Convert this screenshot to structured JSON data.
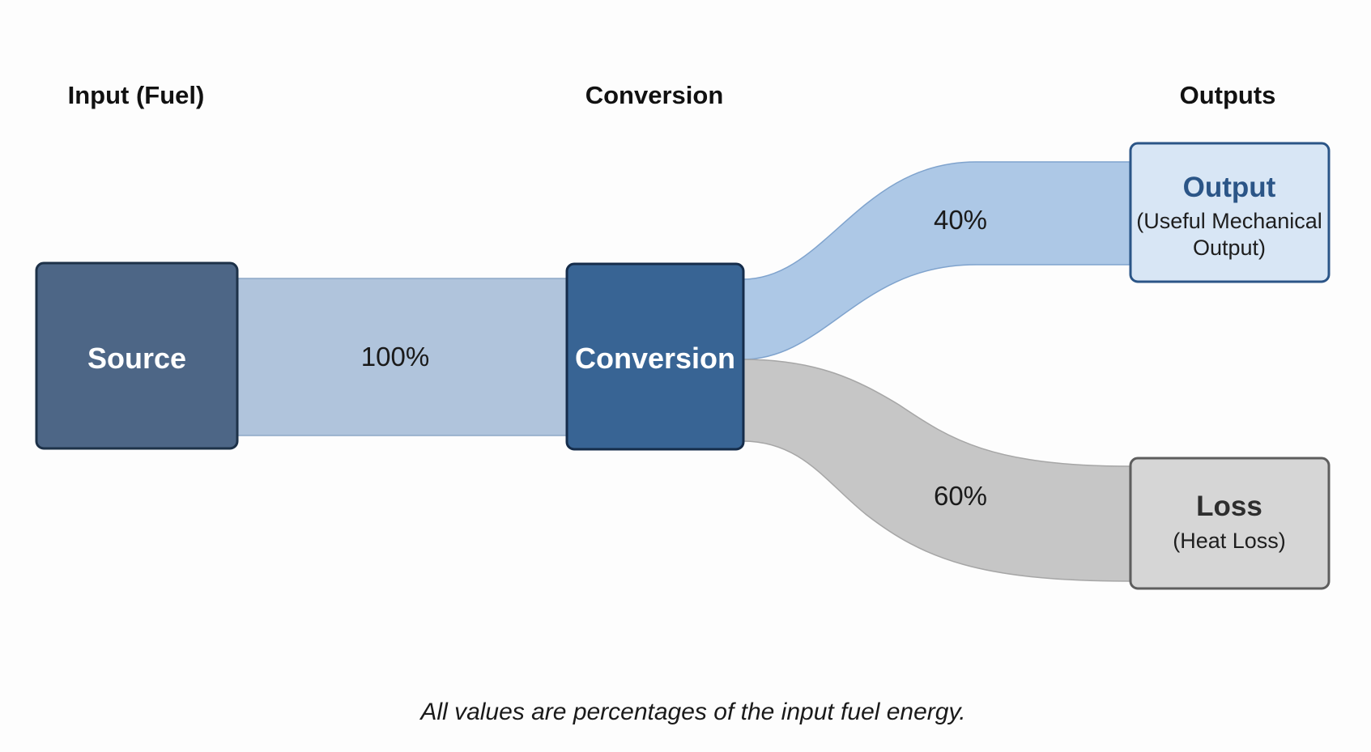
{
  "columns": {
    "input": "Input (Fuel)",
    "conversion": "Conversion",
    "outputs": "Outputs"
  },
  "nodes": {
    "source": {
      "title": "Source",
      "color": "#4d6686"
    },
    "conversion": {
      "title": "Conversion",
      "color": "#386494"
    },
    "output": {
      "title": "Output",
      "subtitle_line1": "(Useful Mechanical",
      "subtitle_line2": "Output)",
      "color": "#d8e6f5"
    },
    "loss": {
      "title": "Loss",
      "subtitle": "(Heat Loss)",
      "color": "#d6d6d6"
    }
  },
  "flows": [
    {
      "from": "Source",
      "to": "Conversion",
      "value": 100,
      "label": "100%",
      "color": "#b0c4dc"
    },
    {
      "from": "Conversion",
      "to": "Output",
      "value": 40,
      "label": "40%",
      "color": "#adc8e6"
    },
    {
      "from": "Conversion",
      "to": "Loss",
      "value": 60,
      "label": "60%",
      "color": "#c6c6c6"
    }
  ],
  "footnote": "All values are percentages of the input fuel energy."
}
